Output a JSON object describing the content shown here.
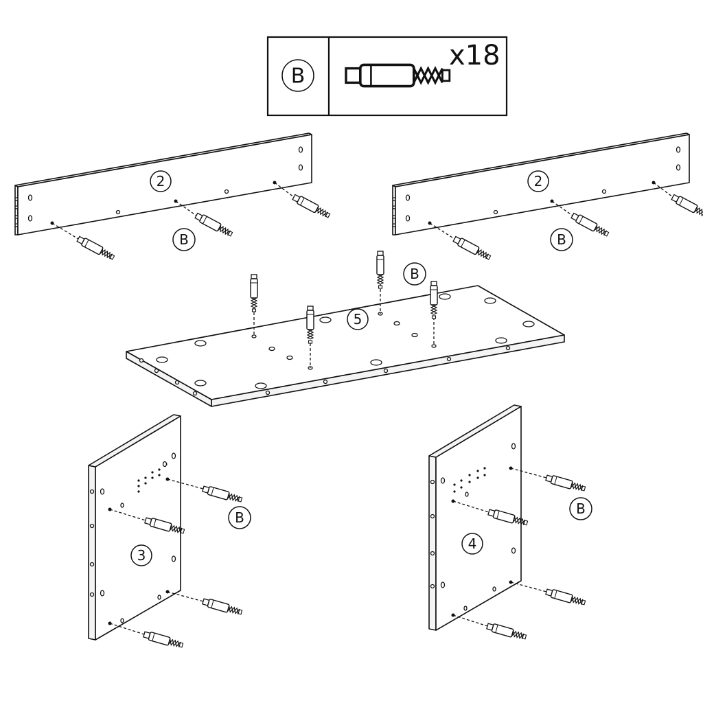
{
  "legend": {
    "part_letter": "B",
    "quantity": "x18",
    "part_icon": "cam-bolt-icon"
  },
  "panels": {
    "top_left_rail": {
      "number": "2",
      "bolt_letter": "B"
    },
    "top_right_rail": {
      "number": "2",
      "bolt_letter": "B"
    },
    "bottom_board": {
      "number": "5",
      "bolt_letter": "B"
    },
    "left_side": {
      "number": "3",
      "bolt_letter": "B"
    },
    "right_side": {
      "number": "4",
      "bolt_letter": "B"
    }
  }
}
